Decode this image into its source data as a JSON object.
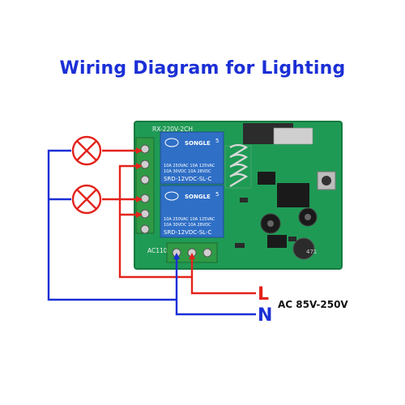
{
  "title": "Wiring Diagram for Lighting",
  "board": {
    "model": "RX-220V-2CH",
    "ac_label": "AC110"
  },
  "relays": [
    {
      "brand": "SONGLE",
      "pin": "5",
      "rating_line1": "10A 250VAC  10A 125VAC",
      "rating_line2": "10A 30VDC  10A 28VDC",
      "model": "SRD-12VDC-SL-C"
    },
    {
      "brand": "SONGLE",
      "pin": "5",
      "rating_line1": "10A 250VAC  10A 125VAC",
      "rating_line2": "10A 30VDC  10A 28VDC",
      "model": "SRD-12VDC-SL-C"
    }
  ],
  "inductor_label": "471",
  "lamps": [
    {
      "icon": "lamp-icon"
    },
    {
      "icon": "lamp-icon"
    }
  ],
  "supply": {
    "live_label": "L",
    "neutral_label": "N",
    "voltage_label": "AC 85V-250V"
  },
  "colors": {
    "live_wire": "#e3231c",
    "neutral_wire": "#1b2fd6",
    "board": "#1f9a55",
    "relay": "#2f6fc6",
    "terminal": "#2f9a45",
    "title": "#1b2fd6"
  }
}
